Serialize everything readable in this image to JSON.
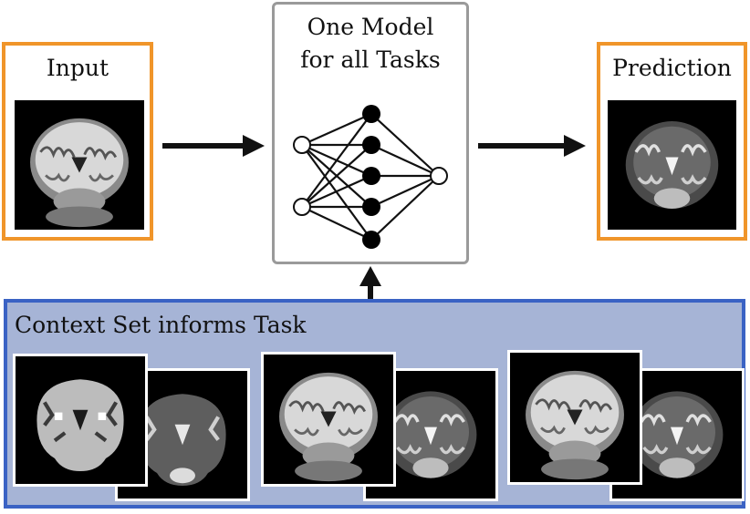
{
  "input": {
    "label": "Input"
  },
  "model": {
    "label_line1": "One Model",
    "label_line2": "for all Tasks"
  },
  "prediction": {
    "label": "Prediction"
  },
  "context": {
    "label": "Context Set informs Task"
  },
  "colors": {
    "orange": "#f0952a",
    "blue": "#3a62c4",
    "context_fill": "#a6b4d6",
    "grey": "#9a9a9a"
  },
  "network": {
    "input_nodes": 2,
    "hidden_nodes": 5,
    "output_nodes": 1
  }
}
